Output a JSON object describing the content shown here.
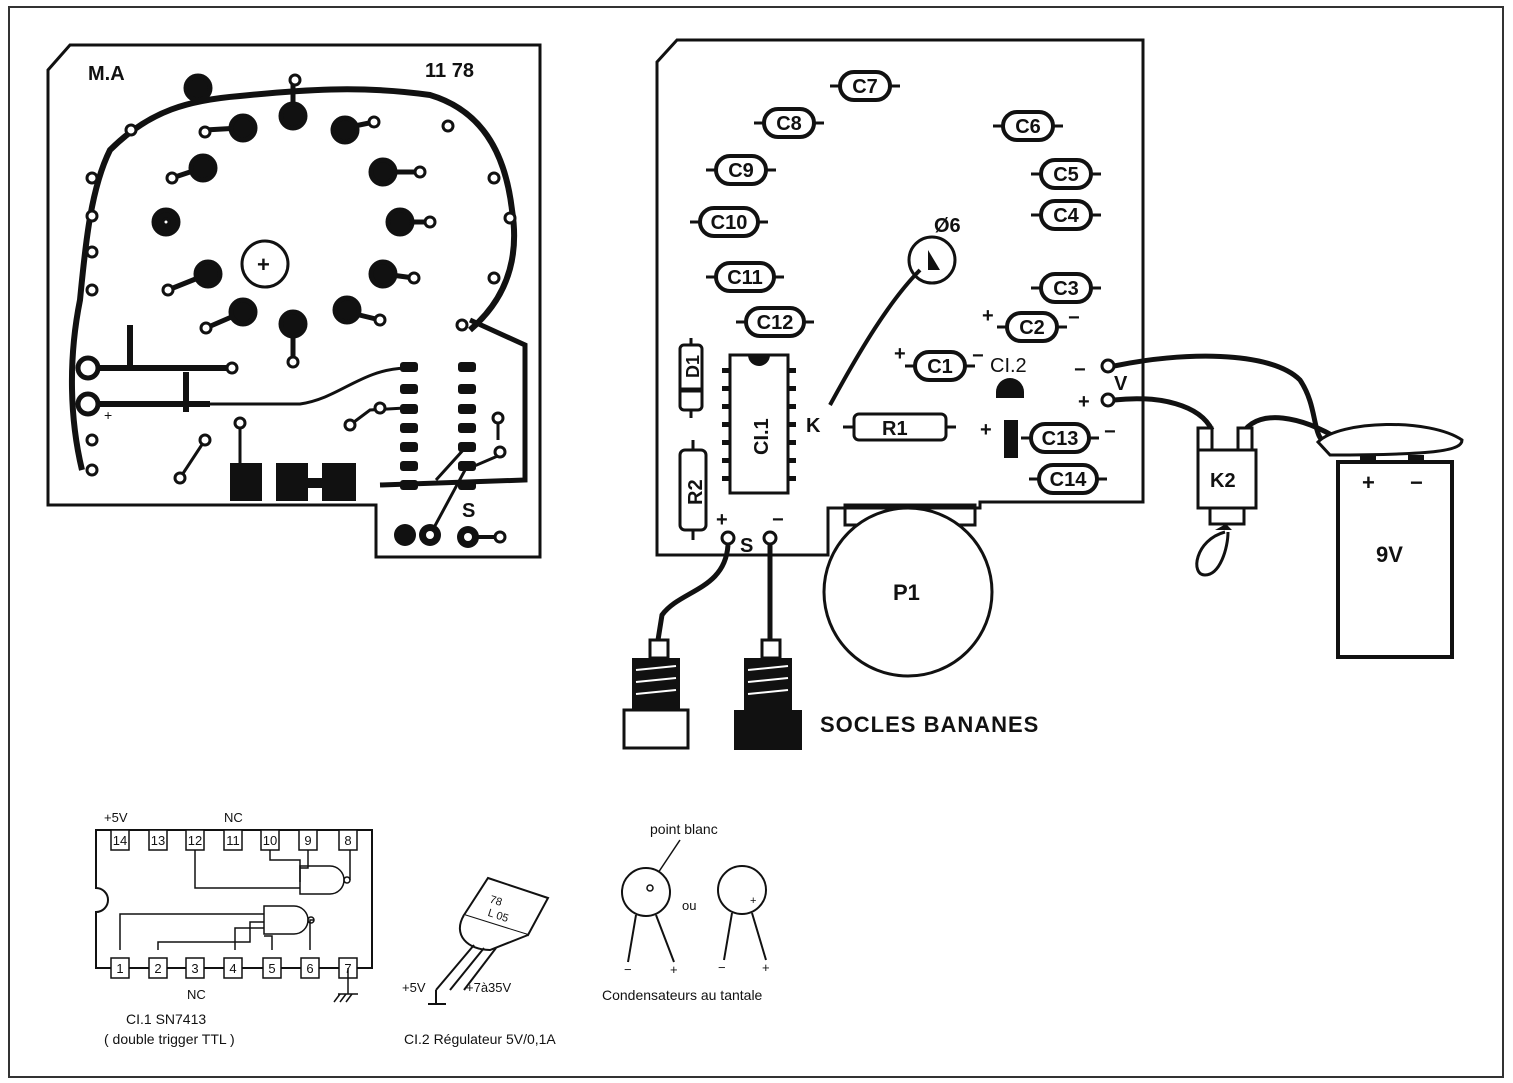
{
  "pcb": {
    "initials": "M.A",
    "date": "11 78",
    "plus_center": "+",
    "plus_small": "+",
    "output": "S"
  },
  "layout": {
    "capacitors": [
      "C7",
      "C8",
      "C6",
      "C9",
      "C5",
      "C10",
      "C4",
      "C11",
      "C3",
      "C12",
      "C2",
      "C1",
      "C13",
      "C14"
    ],
    "drill": "Ø6",
    "ic1": "CI.1",
    "ic2": "CI.2",
    "d1": "D1",
    "r1": "R1",
    "r2": "R2",
    "k": "K",
    "plus": "+",
    "minus": "−",
    "v": "V",
    "s": "S",
    "k2": "K2",
    "p1": "P1",
    "battery": "9V",
    "sockets": "SOCLES BANANES"
  },
  "ic1_pinout": {
    "top_pins": [
      "14",
      "13",
      "12",
      "11",
      "10",
      "9",
      "8"
    ],
    "bottom_pins": [
      "1",
      "2",
      "3",
      "4",
      "5",
      "6",
      "7"
    ],
    "vcc": "+5V",
    "nc_top": "NC",
    "nc_bottom": "NC",
    "caption_1": "CI.1  SN7413",
    "caption_2": "( double  trigger  TTL )"
  },
  "ic2_pinout": {
    "marking_1": "78",
    "marking_2": "L 05",
    "out": "+5V",
    "in": "+7à35V",
    "caption": "CI.2  Régulateur 5V/0,1A"
  },
  "tantalum": {
    "dot_label": "point blanc",
    "or": "ou",
    "minus": "−",
    "plus": "+",
    "caption": "Condensateurs  au  tantale"
  }
}
